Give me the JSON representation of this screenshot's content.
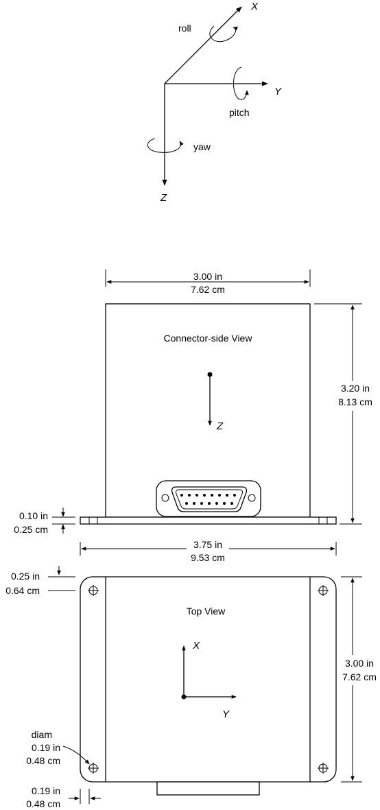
{
  "axes": {
    "x": "X",
    "y": "Y",
    "z": "Z",
    "roll": "roll",
    "pitch": "pitch",
    "yaw": "yaw"
  },
  "connector_view": {
    "title": "Connector-side View",
    "axis": "Z",
    "width_in": "3.00 in",
    "width_cm": "7.62 cm",
    "height_in": "3.20 in",
    "height_cm": "8.13 cm",
    "base_in": "0.10 in",
    "base_cm": "0.25 cm",
    "overall_in": "3.75 in",
    "overall_cm": "9.53 cm"
  },
  "top_view": {
    "title": "Top View",
    "axis_x": "X",
    "axis_y": "Y",
    "hole_offset_in": "0.25 in",
    "hole_offset_cm": "0.64 cm",
    "depth_in": "3.00 in",
    "depth_cm": "7.62 cm",
    "diam_label": "diam",
    "diam_in": "0.19 in",
    "diam_cm": "0.48 cm",
    "edge_in": "0.19 in",
    "edge_cm": "0.48 cm"
  }
}
